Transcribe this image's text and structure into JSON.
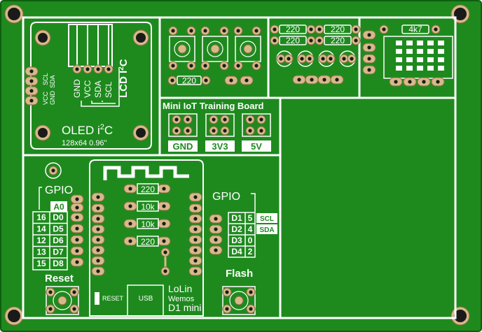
{
  "colors": {
    "board": "#1e8a1e",
    "silk": "#ffffff",
    "copper": "#d6b98a",
    "copper_dark": "#8c6a3c",
    "hole": "#1a1a1a",
    "trace": "#b89a63"
  },
  "title": "Mini IoT Training Board",
  "power": {
    "gnd": "GND",
    "v33": "3V3",
    "v5": "5V"
  },
  "oled": {
    "name": "OLED i",
    "sup": "2",
    "suffix": "C",
    "spec": "128x64 0.96\"",
    "pins": [
      "GND",
      "VCC",
      "SDA",
      "SCL"
    ],
    "side_label_1": "SCL",
    "side_label_2": "SDA",
    "side_label_3": "VCC",
    "side_label_4": "GND"
  },
  "lcd": {
    "label": "LCD I",
    "sup": "2",
    "suffix": "C"
  },
  "resistors": {
    "r_top": "220",
    "bank1": "220",
    "bank2": "220",
    "bank3": "220",
    "bank4": "220",
    "pullup": "4k7",
    "mid1": "220",
    "mid2": "10k",
    "mid3": "10k",
    "mid4": "220"
  },
  "gpio_left": {
    "title": "GPIO",
    "header": "A0",
    "rows": [
      {
        "num": "16",
        "pin": "D0"
      },
      {
        "num": "14",
        "pin": "D5"
      },
      {
        "num": "12",
        "pin": "D6"
      },
      {
        "num": "13",
        "pin": "D7"
      },
      {
        "num": "15",
        "pin": "D8"
      }
    ]
  },
  "gpio_right": {
    "title": "GPIO",
    "rows": [
      {
        "pin": "D1",
        "num": "5",
        "extra": "SCL"
      },
      {
        "pin": "D2",
        "num": "4",
        "extra": "SDA"
      },
      {
        "pin": "D3",
        "num": "0",
        "extra": ""
      },
      {
        "pin": "D4",
        "num": "2",
        "extra": ""
      }
    ]
  },
  "buttons": {
    "reset": "Reset",
    "flash": "Flash"
  },
  "module": {
    "reset": "RESET",
    "usb": "USB",
    "brand1": "LoLin",
    "brand2": "Wemos",
    "brand3": "D1 mini"
  }
}
